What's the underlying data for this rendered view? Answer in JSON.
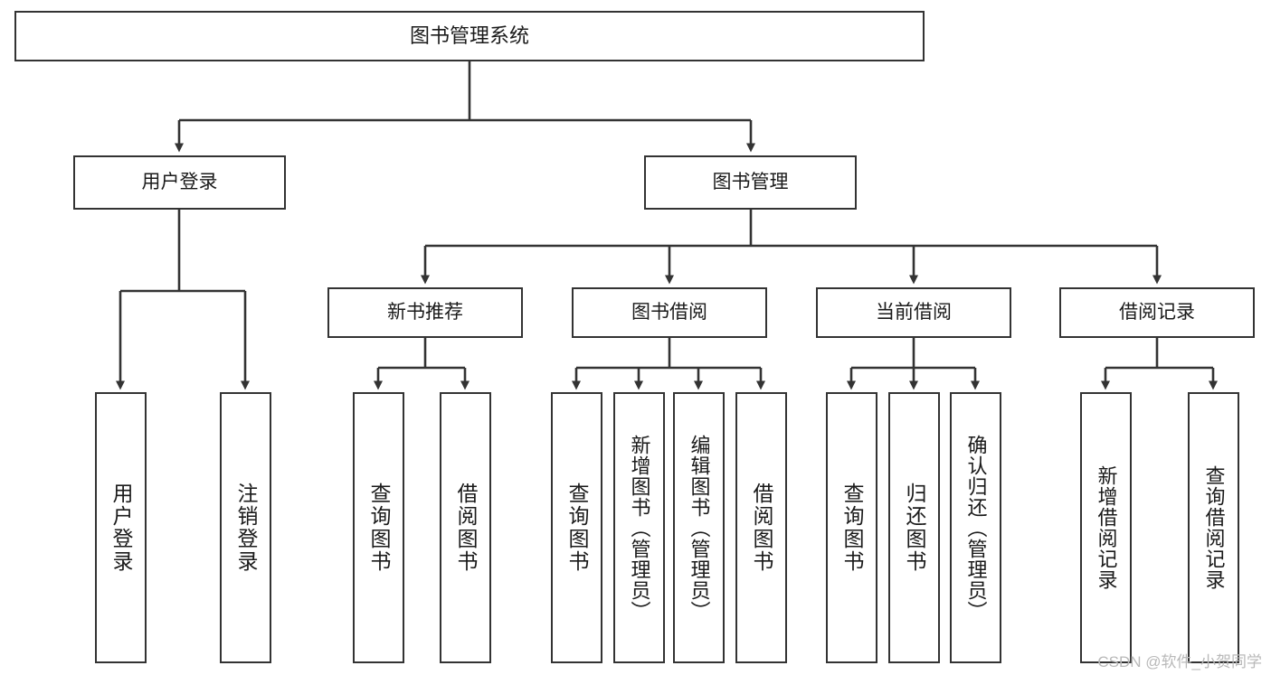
{
  "diagram": {
    "type": "tree-hierarchy-diagram",
    "title": "图书管理系统",
    "colors": {
      "box_border": "#333333",
      "box_fill": "#ffffff",
      "connector": "#333333",
      "text": "#1a1a1a",
      "watermark": "#b9b9b9",
      "background": "#ffffff"
    },
    "root": {
      "label": "图书管理系统"
    },
    "level2": [
      {
        "label": "用户登录"
      },
      {
        "label": "图书管理"
      }
    ],
    "level3": [
      {
        "label": "新书推荐"
      },
      {
        "label": "图书借阅"
      },
      {
        "label": "当前借阅"
      },
      {
        "label": "借阅记录"
      }
    ],
    "leaves": {
      "user_login": [
        {
          "label": "用户登录"
        },
        {
          "label": "注销登录"
        }
      ],
      "new_book_recommend": [
        {
          "label": "查询图书"
        },
        {
          "label": "借阅图书"
        }
      ],
      "book_borrow": [
        {
          "label": "查询图书"
        },
        {
          "label": "新增图书（管理员）"
        },
        {
          "label": "编辑图书（管理员）"
        },
        {
          "label": "借阅图书"
        }
      ],
      "current_borrow": [
        {
          "label": "查询图书"
        },
        {
          "label": "归还图书"
        },
        {
          "label": "确认归还（管理员）"
        }
      ],
      "borrow_record": [
        {
          "label": "新增借阅记录"
        },
        {
          "label": "查询借阅记录"
        }
      ]
    },
    "watermark": "CSDN @软件_小贺同学"
  }
}
